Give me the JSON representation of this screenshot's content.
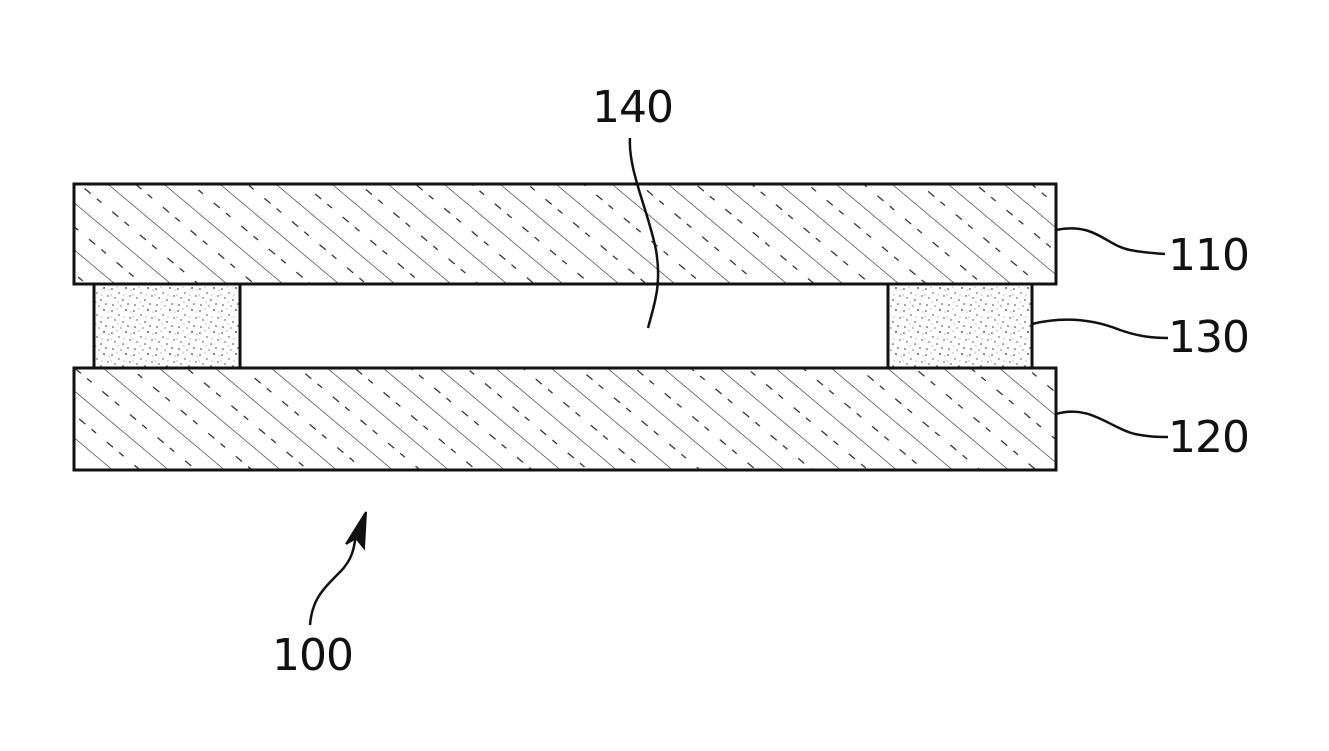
{
  "labels": {
    "top_plate": "110",
    "bottom_plate": "120",
    "spacer": "130",
    "cavity": "140",
    "assembly": "100"
  }
}
